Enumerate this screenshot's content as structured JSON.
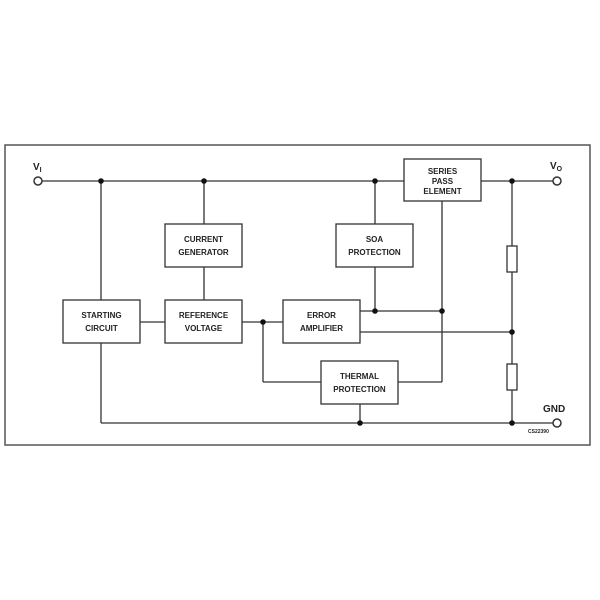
{
  "terminals": {
    "vi": "V",
    "vi_sub": "I",
    "vo": "V",
    "vo_sub": "O",
    "gnd": "GND"
  },
  "blocks": {
    "current_generator": [
      "CURRENT",
      "GENERATOR"
    ],
    "starting_circuit": [
      "STARTING",
      "CIRCUIT"
    ],
    "reference_voltage": [
      "REFERENCE",
      "VOLTAGE"
    ],
    "error_amplifier": [
      "ERROR",
      "AMPLIFIER"
    ],
    "soa_protection": [
      "SOA",
      "PROTECTION"
    ],
    "series_pass_element": [
      "SERIES",
      "PASS",
      "ELEMENT"
    ],
    "thermal_protection": [
      "THERMAL",
      "PROTECTION"
    ]
  },
  "figure_code": "CS22390"
}
